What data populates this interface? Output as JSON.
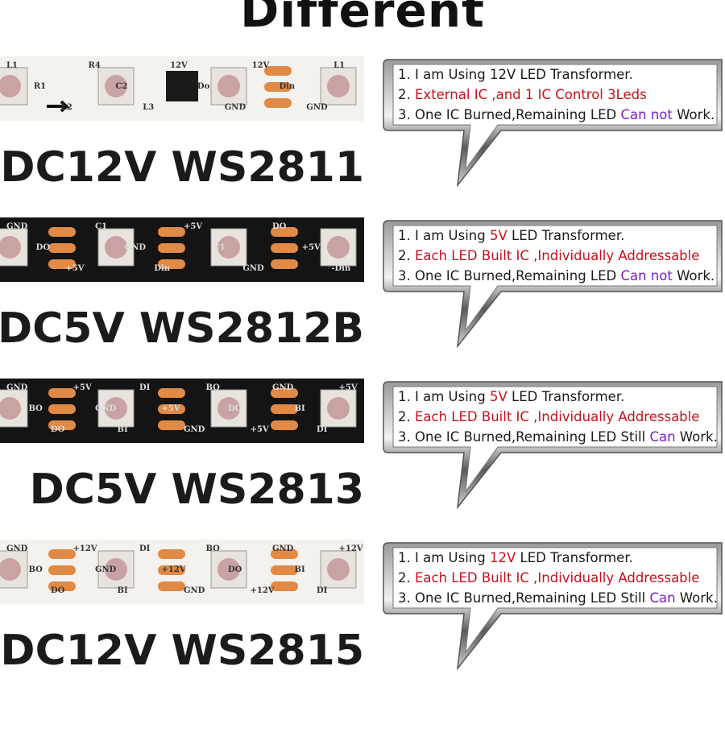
{
  "title": "Different",
  "colors": {
    "red": "#c8101b",
    "purple": "#7a1fc0",
    "copper": "#e08a45"
  },
  "rows": [
    {
      "model": "DC12V WS2811",
      "strip": {
        "color": "white",
        "labels": [
          "L1",
          "R1",
          "L2",
          "R4",
          "C2",
          "L3",
          "12V",
          "Do",
          "GND",
          "12V",
          "Din",
          "GND",
          "L1"
        ]
      },
      "lines": [
        {
          "num": "1.",
          "pre": "I am Using ",
          "hl": "",
          "post": "12V LED Transformer."
        },
        {
          "num": "2.",
          "pre": "",
          "hl": "External IC ,and 1 IC Control 3Leds",
          "post": ""
        },
        {
          "num": "3.",
          "pre": "One IC Burned,Remaining LED ",
          "hl": "Can not",
          "post": " Work."
        }
      ]
    },
    {
      "model": "DC5V WS2812B",
      "strip": {
        "color": "black",
        "labels": [
          "GND",
          "DO",
          "+5V",
          "C1",
          "GND",
          "Din",
          "+5V",
          "C1",
          "GND",
          "DO",
          "+5V",
          "-Din"
        ]
      },
      "lines": [
        {
          "num": "1.",
          "pre": "I am Using ",
          "hl": "5V",
          "post": " LED Transformer."
        },
        {
          "num": "2.",
          "pre": "",
          "hl": "Each LED Built IC ,Individually Addressable",
          "post": ""
        },
        {
          "num": "3.",
          "pre": "One IC Burned,Remaining LED ",
          "hl": "Can not",
          "post": " Work."
        }
      ]
    },
    {
      "model": "DC5V WS2813",
      "strip": {
        "color": "black",
        "labels": [
          "GND",
          "BO",
          "DO",
          "+5V",
          "GND",
          "BI",
          "DI",
          "+5V",
          "GND",
          "BO",
          "DO",
          "+5V",
          "GND",
          "BI",
          "DI",
          "+5V"
        ]
      },
      "lines": [
        {
          "num": "1.",
          "pre": "I am Using ",
          "hl": "5V",
          "post": " LED Transformer."
        },
        {
          "num": "2.",
          "pre": "",
          "hl": "Each LED Built IC ,Individually Addressable",
          "post": ""
        },
        {
          "num": "3.",
          "pre": "One IC Burned,Remaining LED Still ",
          "hl": "Can",
          "post": " Work."
        }
      ]
    },
    {
      "model": "DC12V WS2815",
      "strip": {
        "color": "white",
        "labels": [
          "GND",
          "BO",
          "DO",
          "+12V",
          "GND",
          "BI",
          "DI",
          "+12V",
          "GND",
          "BO",
          "DO",
          "+12V",
          "GND",
          "BI",
          "DI",
          "+12V"
        ]
      },
      "lines": [
        {
          "num": "1.",
          "pre": "I am Using ",
          "hl": "12V",
          "post": " LED Transformer."
        },
        {
          "num": "2.",
          "pre": "",
          "hl": "Each LED Built IC ,Individually Addressable",
          "post": ""
        },
        {
          "num": "3.",
          "pre": "One IC Burned,Remaining LED Still ",
          "hl": "Can",
          "post": " Work."
        }
      ]
    }
  ]
}
